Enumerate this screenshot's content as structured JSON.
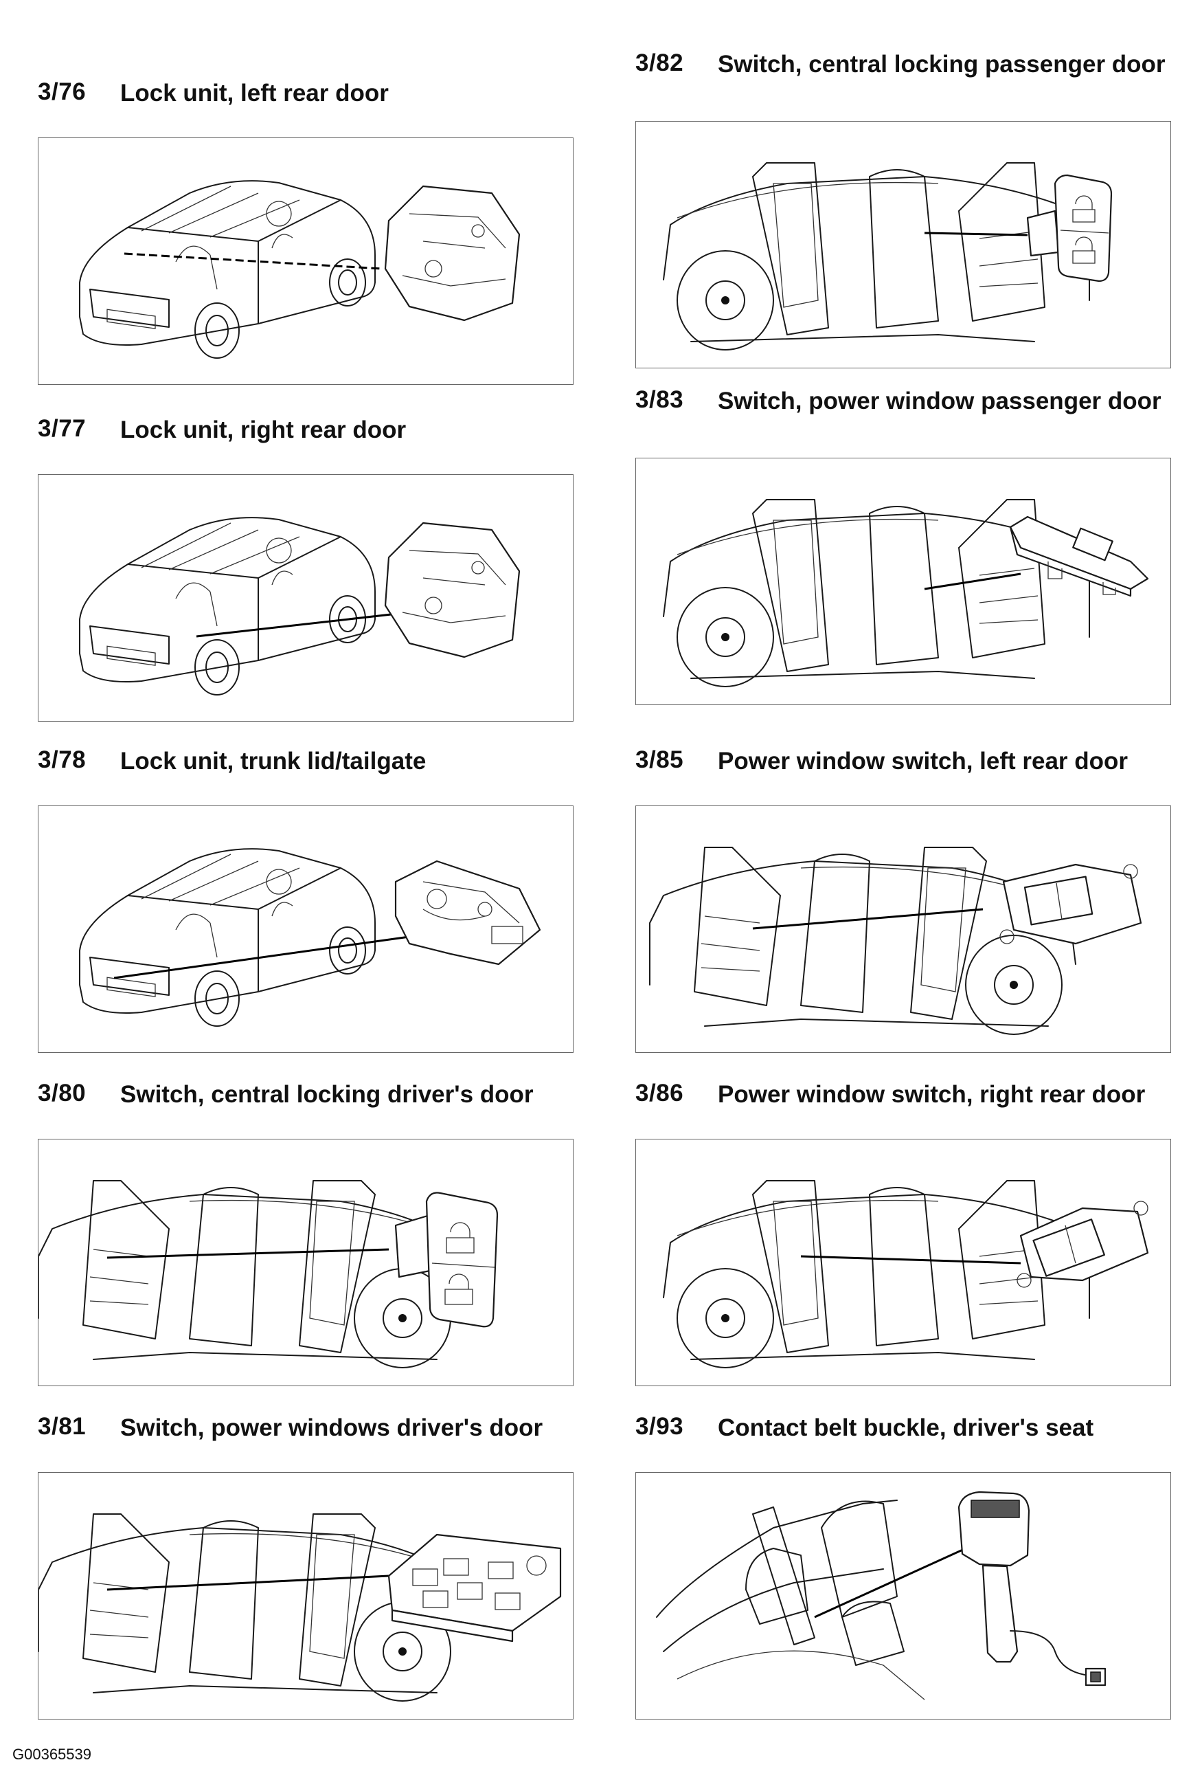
{
  "cells": [
    {
      "code": "3/76",
      "title": "Lock unit, left rear door"
    },
    {
      "code": "3/82",
      "title": "Switch, central locking passenger door"
    },
    {
      "code": "3/77",
      "title": "Lock unit, right rear door"
    },
    {
      "code": "3/83",
      "title": "Switch, power window passenger door"
    },
    {
      "code": "3/78",
      "title": "Lock unit, trunk lid/tailgate"
    },
    {
      "code": "3/85",
      "title": "Power window switch, left rear door"
    },
    {
      "code": "3/80",
      "title": "Switch, central locking driver's door"
    },
    {
      "code": "3/86",
      "title": "Power window switch, right rear door"
    },
    {
      "code": "3/81",
      "title": "Switch, power windows driver's door"
    },
    {
      "code": "3/93",
      "title": "Contact belt buckle, driver's seat"
    }
  ],
  "document_id": "G00365539"
}
